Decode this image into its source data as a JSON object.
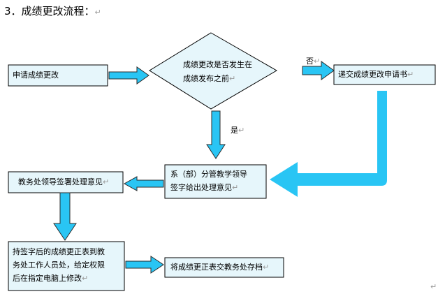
{
  "title": "3．成绩更改流程：",
  "paragraph_mark": "↵",
  "colors": {
    "box_fill": "#e6f6fb",
    "box_stroke": "#000000",
    "arrow_fill": "#29c5f4",
    "arrow_stroke": "#2a2a2a"
  },
  "nodes": {
    "apply": "申请成绩更改",
    "decision_line1": "成绩更改是否发生在",
    "decision_line2": "成绩发布之前",
    "submit": "递交成绩更改申请书",
    "dept_line1": "系（部）分管教学领导",
    "dept_line2": "签字给出处理意见",
    "academic": "教务处领导签署处理意见",
    "carry_line1": "持签字后的成绩更正表到教",
    "carry_line2": "务处工作人员处，给定权限",
    "carry_line3": "后在指定电脑上修改",
    "archive": "将成绩更正表交教务处存档"
  },
  "edge_labels": {
    "no": "否",
    "yes": "是"
  }
}
